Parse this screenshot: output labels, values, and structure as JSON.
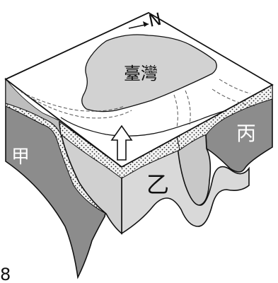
{
  "north_label": "N",
  "island_label": "臺灣",
  "plate_left_label": "甲",
  "plate_center_label": "乙",
  "plate_right_label": "丙",
  "figure_number": "8",
  "colors": {
    "outline": "#111111",
    "top_surface": "#ffffff",
    "island": "#d2d2d2",
    "plate_dark": "#8c8c8c",
    "plate_light": "#c8c8c8",
    "plate_front": "#d9d9d9",
    "stipple_band": "#f4f4f4"
  },
  "icons": {
    "north_arrow": "arrow-right-icon",
    "uplift_arrow": "arrow-up-icon"
  }
}
